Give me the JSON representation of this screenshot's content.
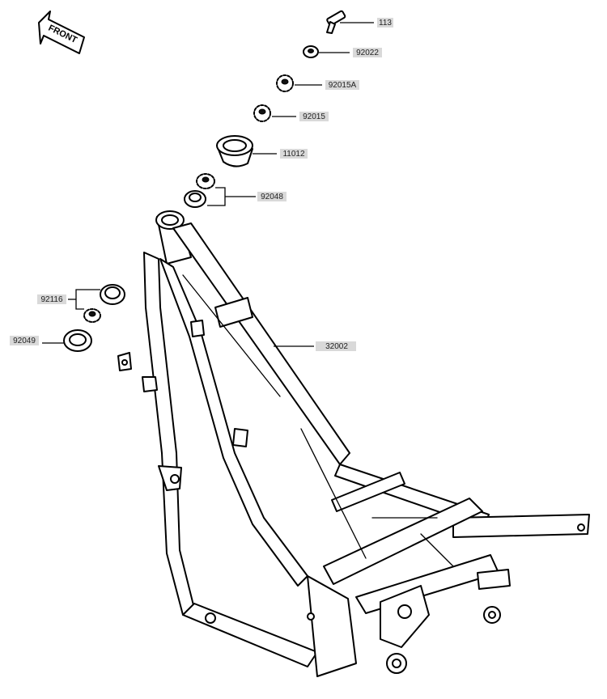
{
  "front_arrow": {
    "text": "FRONT"
  },
  "labels": {
    "p113": "113",
    "p92022": "92022",
    "p92015A": "92015A",
    "p92015": "92015",
    "p11012": "11012",
    "p92048": "92048",
    "p92116": "92116",
    "p92049": "92049",
    "p32002": "32002"
  }
}
